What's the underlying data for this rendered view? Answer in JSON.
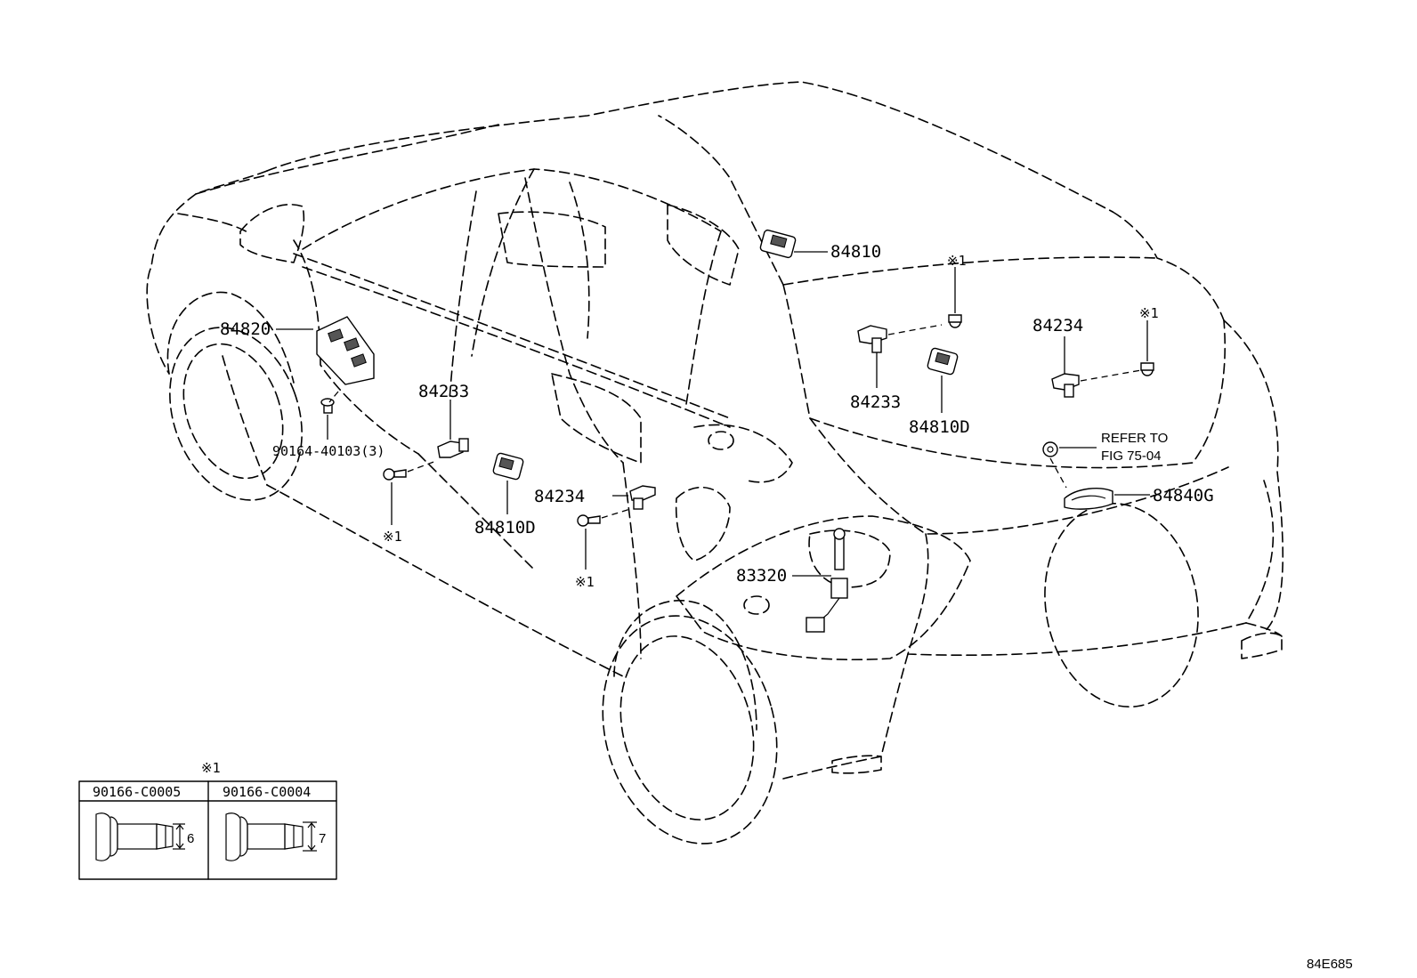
{
  "labels": {
    "p84810": "84810",
    "p84820": "84820",
    "p84233_left": "84233",
    "p84233_right": "84233",
    "p84234_center": "84234",
    "p84234_right": "84234",
    "p84810D_left": "84810D",
    "p84810D_right": "84810D",
    "p83320": "83320",
    "p84840G": "84840G",
    "p90164": "90164-40103(3)",
    "refer_line1": "REFER TO",
    "refer_line2": "FIG 75-04",
    "note_a": "※1",
    "note_b": "※1",
    "note_c": "※1",
    "note_d": "※1",
    "note_table": "※1"
  },
  "bolt_table": {
    "columns": [
      {
        "part": "90166-C0005",
        "dim": "6"
      },
      {
        "part": "90166-C0004",
        "dim": "7"
      }
    ]
  },
  "figure_id": "84E685"
}
